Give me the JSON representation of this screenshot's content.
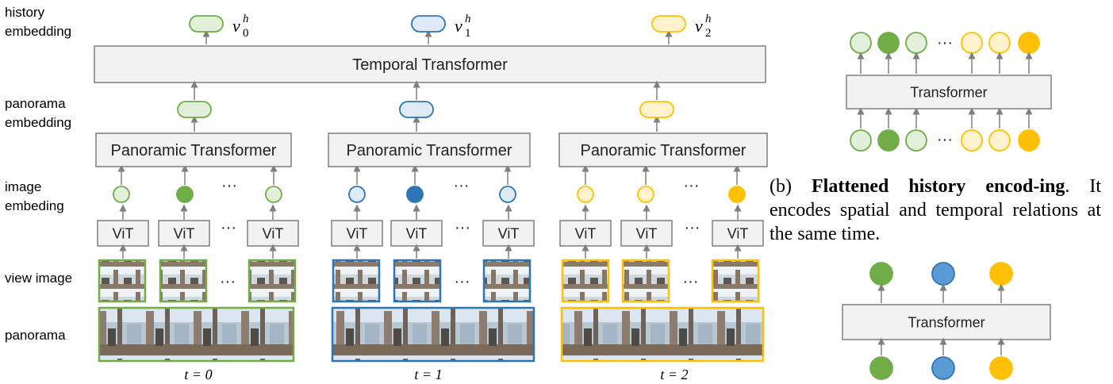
{
  "row_labels": {
    "history": "history\nembedding",
    "panorama_emb": "panorama\nembedding",
    "image_emb": "image\nembeding",
    "view": "view image",
    "panorama": "panorama"
  },
  "main": {
    "temporal_label": "Temporal Transformer",
    "panoramic_label": "Panoramic Transformer",
    "vit_label": "ViT",
    "ellipsis": "···",
    "history_vars": [
      "v",
      "v",
      "v"
    ],
    "history_sub": [
      "0",
      "1",
      "2"
    ],
    "history_sup": "h",
    "time_labels": [
      "t = 0",
      "t = 1",
      "t = 2"
    ]
  },
  "side": {
    "transformer_label": "Transformer",
    "caption_prefix": "(b) ",
    "caption_bold": "Flattened history encod-ing",
    "caption_rest": ". It encodes spatial and temporal relations at the same time."
  },
  "colors": {
    "green": "#70ad47",
    "green_light": "#e2efda",
    "blue": "#2e75b6",
    "blue_mid": "#5b9bd5",
    "blue_light": "#deebf7",
    "yellow": "#ffc000",
    "yellow_light": "#fff2cc",
    "box_fill": "#f2f2f2",
    "box_stroke": "#7f7f7f",
    "arrow": "#7f7f7f"
  }
}
